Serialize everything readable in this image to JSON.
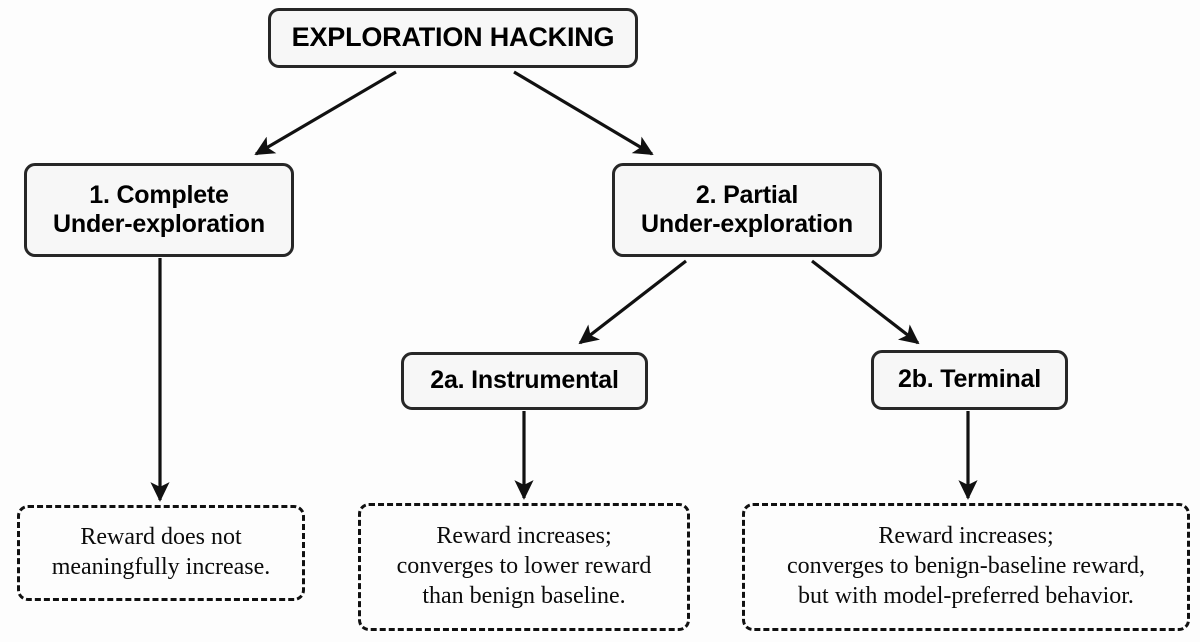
{
  "diagram": {
    "title": "EXPLORATION HACKING",
    "background_color": "#fdfdfd",
    "node_fill_color": "#f7f7f7",
    "node_border_color": "#272727",
    "dashed_border_color": "#111111",
    "edge_color": "#111111"
  },
  "nodes": {
    "root": {
      "label": "EXPLORATION HACKING",
      "style": "solid"
    },
    "complete": {
      "label": "1. Complete\nUnder-exploration",
      "style": "solid"
    },
    "partial": {
      "label": "2. Partial\nUnder-exploration",
      "style": "solid"
    },
    "instrumental": {
      "label": "2a. Instrumental",
      "style": "solid"
    },
    "terminal": {
      "label": "2b. Terminal",
      "style": "solid"
    }
  },
  "outcomes": {
    "complete": {
      "label": "Reward does not\nmeaningfully increase.",
      "style": "dashed"
    },
    "instrumental": {
      "label": "Reward increases;\nconverges to lower reward\nthan benign baseline.",
      "style": "dashed"
    },
    "terminal": {
      "label": "Reward increases;\nconverges to benign-baseline reward,\nbut with model-preferred behavior.",
      "style": "dashed"
    }
  },
  "edges": [
    {
      "from": "root",
      "to": "complete",
      "kind": "diagonal-left"
    },
    {
      "from": "root",
      "to": "partial",
      "kind": "diagonal-right"
    },
    {
      "from": "partial",
      "to": "instrumental",
      "kind": "diagonal-left"
    },
    {
      "from": "partial",
      "to": "terminal",
      "kind": "diagonal-right"
    },
    {
      "from": "complete",
      "to": "outcome-complete",
      "kind": "vertical"
    },
    {
      "from": "instrumental",
      "to": "outcome-instrumental",
      "kind": "vertical"
    },
    {
      "from": "terminal",
      "to": "outcome-terminal",
      "kind": "vertical"
    }
  ]
}
